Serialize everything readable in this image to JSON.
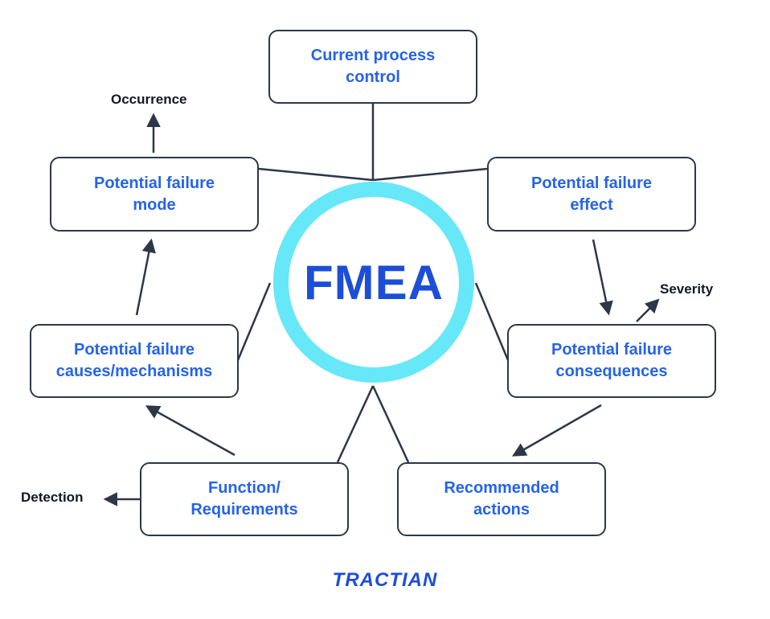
{
  "center": {
    "label": "FMEA"
  },
  "boxes": {
    "current_process_control": "Current process\ncontrol",
    "potential_failure_mode": "Potential failure\nmode",
    "potential_failure_effect": "Potential failure\neffect",
    "potential_failure_causes": "Potential failure\ncauses/mechanisms",
    "potential_failure_consequences": "Potential failure\nconsequences",
    "function_requirements": "Function/\nRequirements",
    "recommended_actions": "Recommended\nactions"
  },
  "outputs": {
    "occurrence": "Occurrence",
    "severity": "Severity",
    "detection": "Detection"
  },
  "brand": {
    "logo_text": "TRACTIAN"
  },
  "colors": {
    "accent_text": "#2563eb",
    "ring": "#67e8f9",
    "center_text": "#1d4ed8",
    "line": "#2d3748"
  }
}
